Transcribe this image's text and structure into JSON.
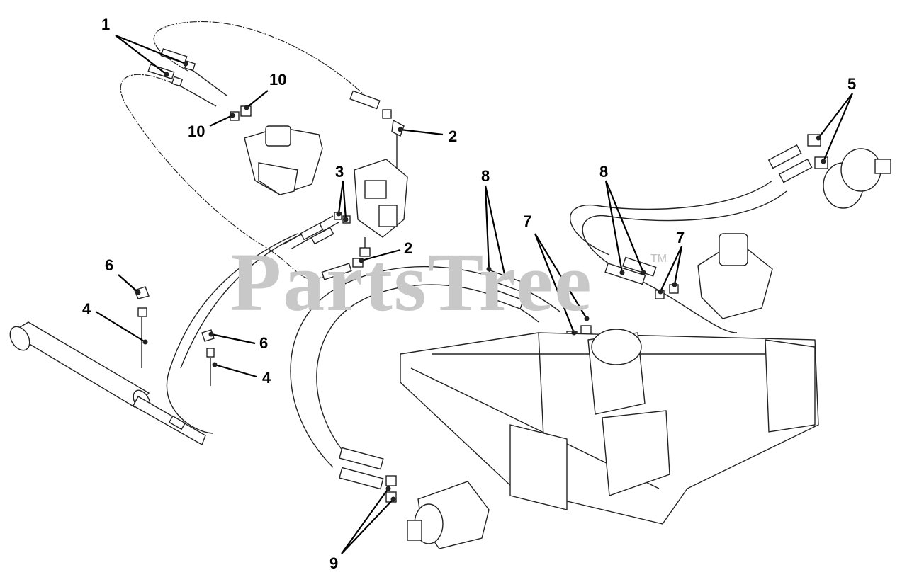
{
  "watermark": {
    "text": "PartsTree",
    "trademark": "TM"
  },
  "callouts": [
    "1",
    "10",
    "10",
    "2",
    "3",
    "2",
    "5",
    "8",
    "8",
    "7",
    "7",
    "6",
    "4",
    "6",
    "4",
    "9"
  ]
}
